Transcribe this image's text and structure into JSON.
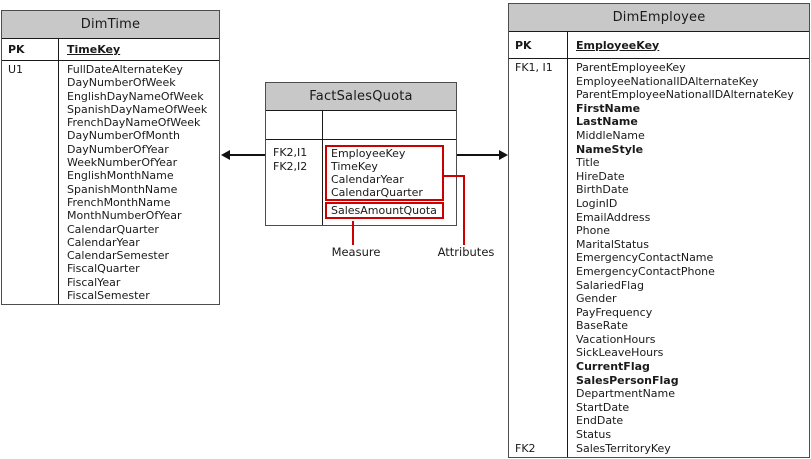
{
  "colors": {
    "table_header_bg": "#c8c8c8",
    "table_border": "#4d4d4d",
    "inner_line": "#1a1a1a",
    "highlight_red": "#cc0000",
    "arrow_black": "#111111"
  },
  "tables": {
    "dim_time": {
      "title": "DimTime",
      "pk_label": "PK",
      "pk_name": "TimeKey",
      "rows": [
        {
          "key": "U1",
          "name": "FullDateAlternateKey"
        },
        {
          "key": "",
          "name": "DayNumberOfWeek"
        },
        {
          "key": "",
          "name": "EnglishDayNameOfWeek"
        },
        {
          "key": "",
          "name": "SpanishDayNameOfWeek"
        },
        {
          "key": "",
          "name": "FrenchDayNameOfWeek"
        },
        {
          "key": "",
          "name": "DayNumberOfMonth"
        },
        {
          "key": "",
          "name": "DayNumberOfYear"
        },
        {
          "key": "",
          "name": "WeekNumberOfYear"
        },
        {
          "key": "",
          "name": "EnglishMonthName"
        },
        {
          "key": "",
          "name": "SpanishMonthName"
        },
        {
          "key": "",
          "name": "FrenchMonthName"
        },
        {
          "key": "",
          "name": "MonthNumberOfYear"
        },
        {
          "key": "",
          "name": "CalendarQuarter"
        },
        {
          "key": "",
          "name": "CalendarYear"
        },
        {
          "key": "",
          "name": "CalendarSemester"
        },
        {
          "key": "",
          "name": "FiscalQuarter"
        },
        {
          "key": "",
          "name": "FiscalYear"
        },
        {
          "key": "",
          "name": "FiscalSemester"
        }
      ]
    },
    "fact_sales_quota": {
      "title": "FactSalesQuota",
      "key_labels": [
        "FK2,I1",
        "FK2,I2"
      ],
      "attribute_rows": [
        "EmployeeKey",
        "TimeKey",
        "CalendarYear",
        "CalendarQuarter"
      ],
      "measure_rows": [
        "SalesAmountQuota"
      ]
    },
    "dim_employee": {
      "title": "DimEmployee",
      "pk_label": "PK",
      "pk_name": "EmployeeKey",
      "rows": [
        {
          "key": "FK1, I1",
          "name": "ParentEmployeeKey"
        },
        {
          "key": "",
          "name": "EmployeeNationalIDAlternateKey"
        },
        {
          "key": "",
          "name": "ParentEmployeeNationalIDAlternateKey"
        },
        {
          "key": "",
          "name": "FirstName",
          "bold": true
        },
        {
          "key": "",
          "name": "LastName",
          "bold": true
        },
        {
          "key": "",
          "name": "MiddleName"
        },
        {
          "key": "",
          "name": "NameStyle",
          "bold": true
        },
        {
          "key": "",
          "name": "Title"
        },
        {
          "key": "",
          "name": "HireDate"
        },
        {
          "key": "",
          "name": "BirthDate"
        },
        {
          "key": "",
          "name": "LoginID"
        },
        {
          "key": "",
          "name": "EmailAddress"
        },
        {
          "key": "",
          "name": "Phone"
        },
        {
          "key": "",
          "name": "MaritalStatus"
        },
        {
          "key": "",
          "name": "EmergencyContactName"
        },
        {
          "key": "",
          "name": "EmergencyContactPhone"
        },
        {
          "key": "",
          "name": "SalariedFlag"
        },
        {
          "key": "",
          "name": "Gender"
        },
        {
          "key": "",
          "name": "PayFrequency"
        },
        {
          "key": "",
          "name": "BaseRate"
        },
        {
          "key": "",
          "name": "VacationHours"
        },
        {
          "key": "",
          "name": "SickLeaveHours"
        },
        {
          "key": "",
          "name": "CurrentFlag",
          "bold": true
        },
        {
          "key": "",
          "name": "SalesPersonFlag",
          "bold": true
        },
        {
          "key": "",
          "name": "DepartmentName"
        },
        {
          "key": "",
          "name": "StartDate"
        },
        {
          "key": "",
          "name": "EndDate"
        },
        {
          "key": "",
          "name": "Status"
        },
        {
          "key": "FK2",
          "name": "SalesTerritoryKey"
        }
      ]
    }
  },
  "annotations": {
    "measure": "Measure",
    "attributes": "Attributes"
  }
}
